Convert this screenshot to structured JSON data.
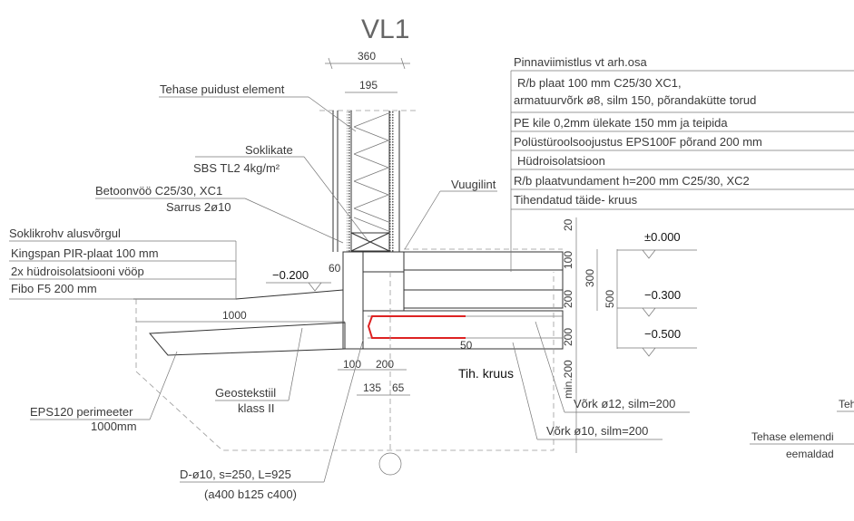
{
  "title": "VL1",
  "dimensions": {
    "wall_total": "360",
    "wall_inner": "195",
    "d60": "60",
    "d1000": "1000",
    "d100": "100",
    "d200": "200",
    "d135": "135",
    "d65": "65",
    "r20": "20",
    "r100": "100",
    "r200a": "200",
    "r300": "300",
    "r500": "500",
    "r200b": "200",
    "rmin200": "min.200",
    "d50": "50"
  },
  "levels": {
    "l0": "±0.000",
    "l300": "−0.300",
    "l500": "−0.500",
    "l200": "−0.200"
  },
  "left_labels": {
    "tehase_element": "Tehase puidust element",
    "soklikate": "Soklikate",
    "sbs": "SBS TL2 4kg/m²",
    "betoonvoo": "Betoonvöö C25/30, XC1",
    "sarrus": "Sarrus 2ø10",
    "vuugilint": "Vuugilint"
  },
  "left_stack": [
    "Soklikrohv alusvõrgul",
    "Kingspan PIR-plaat 100 mm",
    "2x hüdroisolatsiooni vööp",
    "Fibo F5 200 mm"
  ],
  "floor_stack": [
    "Pinnaviimistlus vt arh.osa",
    "R/b plaat 100 mm C25/30 XC1,",
    "armatuurvõrk ø8, silm 150, põrandakütte torud",
    "PE kile 0,2mm ülekate 150 mm ja teipida",
    "Polüstüroolsoojustus EPS100F põrand 200 mm",
    "Hüdroisolatsioon",
    "R/b plaatvundament h=200 mm C25/30, XC2",
    "Tihendatud täide- kruus"
  ],
  "bottom_labels": {
    "eps_perimeter": "EPS120 perimeeter",
    "eps_len": "1000mm",
    "geotekstiil": "Geostekstiil",
    "klass": "klass II",
    "tih_kruus": "Tih. kruus",
    "vork12": "Võrk ø12, silm=200",
    "vork10": "Võrk ø10, silm=200",
    "d_bar": "D-ø10, s=250, L=925",
    "d_bar_shape": "(a400 b125 c400)"
  },
  "right_clipped": {
    "teh": "Teh",
    "tehase_elemendi": "Tehase elemendi",
    "eemaldad": "eemaldad"
  },
  "colors": {
    "rebar": "#dd2222",
    "line": "#333333"
  }
}
